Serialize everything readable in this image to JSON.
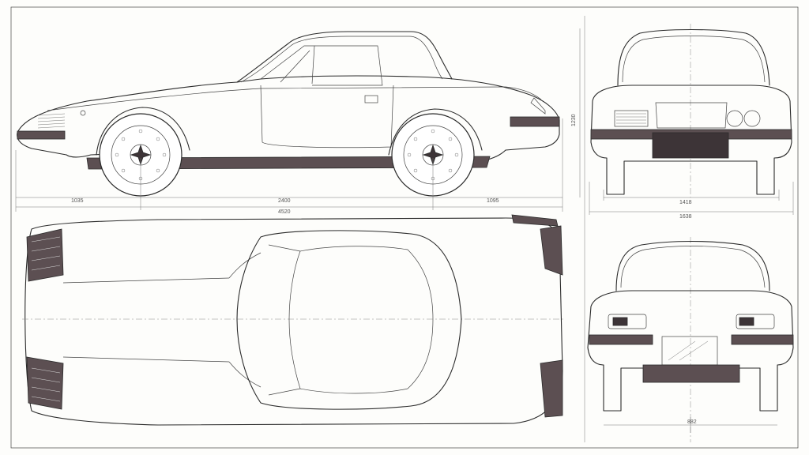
{
  "dimensions": {
    "front_overhang": "1035",
    "wheelbase": "2400",
    "rear_overhang": "1095",
    "overall_length": "4520",
    "front_track": "1418",
    "overall_width": "1638",
    "overall_height": "1230",
    "rear_track": "882"
  },
  "colors": {
    "line": "#2b2b2b",
    "shade": "#5c4f52",
    "paper": "#fdfdfb"
  }
}
